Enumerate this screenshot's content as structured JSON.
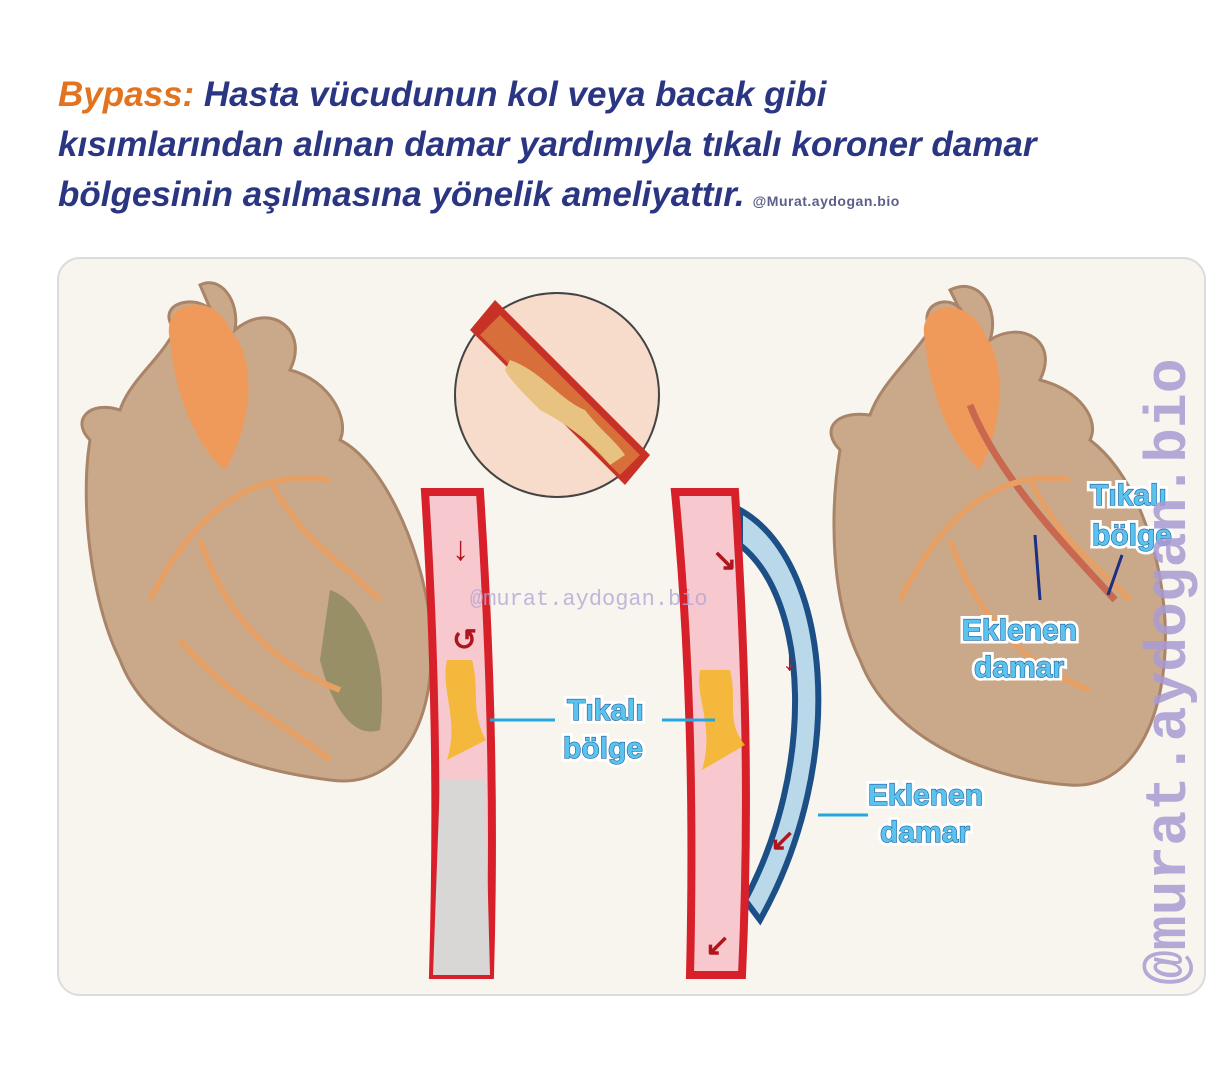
{
  "title": {
    "keyword": "Bypass:",
    "line1": "Hasta vücudunun kol veya bacak gibi",
    "line2": "kısımlarından alınan damar yardımıyla tıkalı koroner damar",
    "line3": "bölgesinin aşılmasına yönelik ameliyattır.",
    "credit": "@Murat.aydogan.bio"
  },
  "diagram": {
    "watermark_center": "@murat.aydogan.bio",
    "watermark_vertical": "@murat.aydogan.bio",
    "labels": {
      "blocked_1": "Tıkalı",
      "blocked_2": "bölge",
      "graft_1": "Eklenen",
      "graft_2": "damar",
      "heart_blocked_1": "Tıkalı",
      "heart_blocked_2": "bölge",
      "heart_graft_1": "Eklenen",
      "heart_graft_2": "damar"
    },
    "colors": {
      "keyword": "#e2731f",
      "text": "#2b3683",
      "label_fill": "#5ac3ee",
      "vessel_wall": "#d8202a",
      "graft": "#b9d8ea",
      "plaque": "#f2b62b"
    }
  }
}
